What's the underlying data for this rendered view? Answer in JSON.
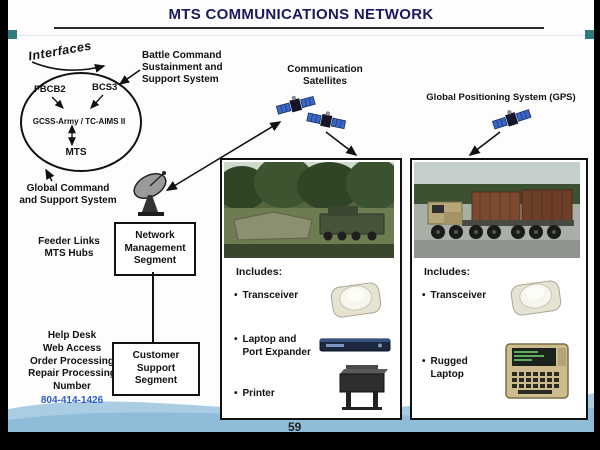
{
  "slide": {
    "title": "MTS COMMUNICATIONS NETWORK",
    "page_number": "59"
  },
  "interfaces": {
    "label": "Interfaces",
    "fbcb2": "FBCB2",
    "bcs3": "BCS3",
    "gcss_line": "GCSS-Army / TC-AIMS II",
    "mts": "MTS"
  },
  "callouts": {
    "battle_command": "Battle Command\nSustainment and\nSupport  System",
    "communication_satellites": "Communication\nSatellites",
    "gps": "Global Positioning  System (GPS)",
    "global_command": "Global Command\nand Support  System",
    "feeder_links": "Feeder Links\nMTS Hubs",
    "help_desk": "Help Desk\nWeb Access\nOrder Processing\nRepair Processing\nNumber",
    "phone": "804-414-1426"
  },
  "segments": {
    "network_management": "Network\nManagement\nSegment",
    "customer_support": "Customer\nSupport\nSegment"
  },
  "bullet": "•",
  "center_panel": {
    "includes": "Includes:",
    "items": [
      {
        "label": "Transceiver"
      },
      {
        "label": "Laptop and\nPort Expander"
      },
      {
        "label": "Printer"
      }
    ]
  },
  "right_panel": {
    "includes": "Includes:",
    "items": [
      {
        "label": "Transceiver"
      },
      {
        "label": "Rugged\nLaptop"
      }
    ]
  },
  "colors": {
    "title_navy": "#1a1a5e",
    "phone_blue": "#2b5bcc",
    "accent_teal": "#2e7d7d",
    "swoosh_light": "#aacde4",
    "swoosh_mid": "#8fbcd8"
  }
}
